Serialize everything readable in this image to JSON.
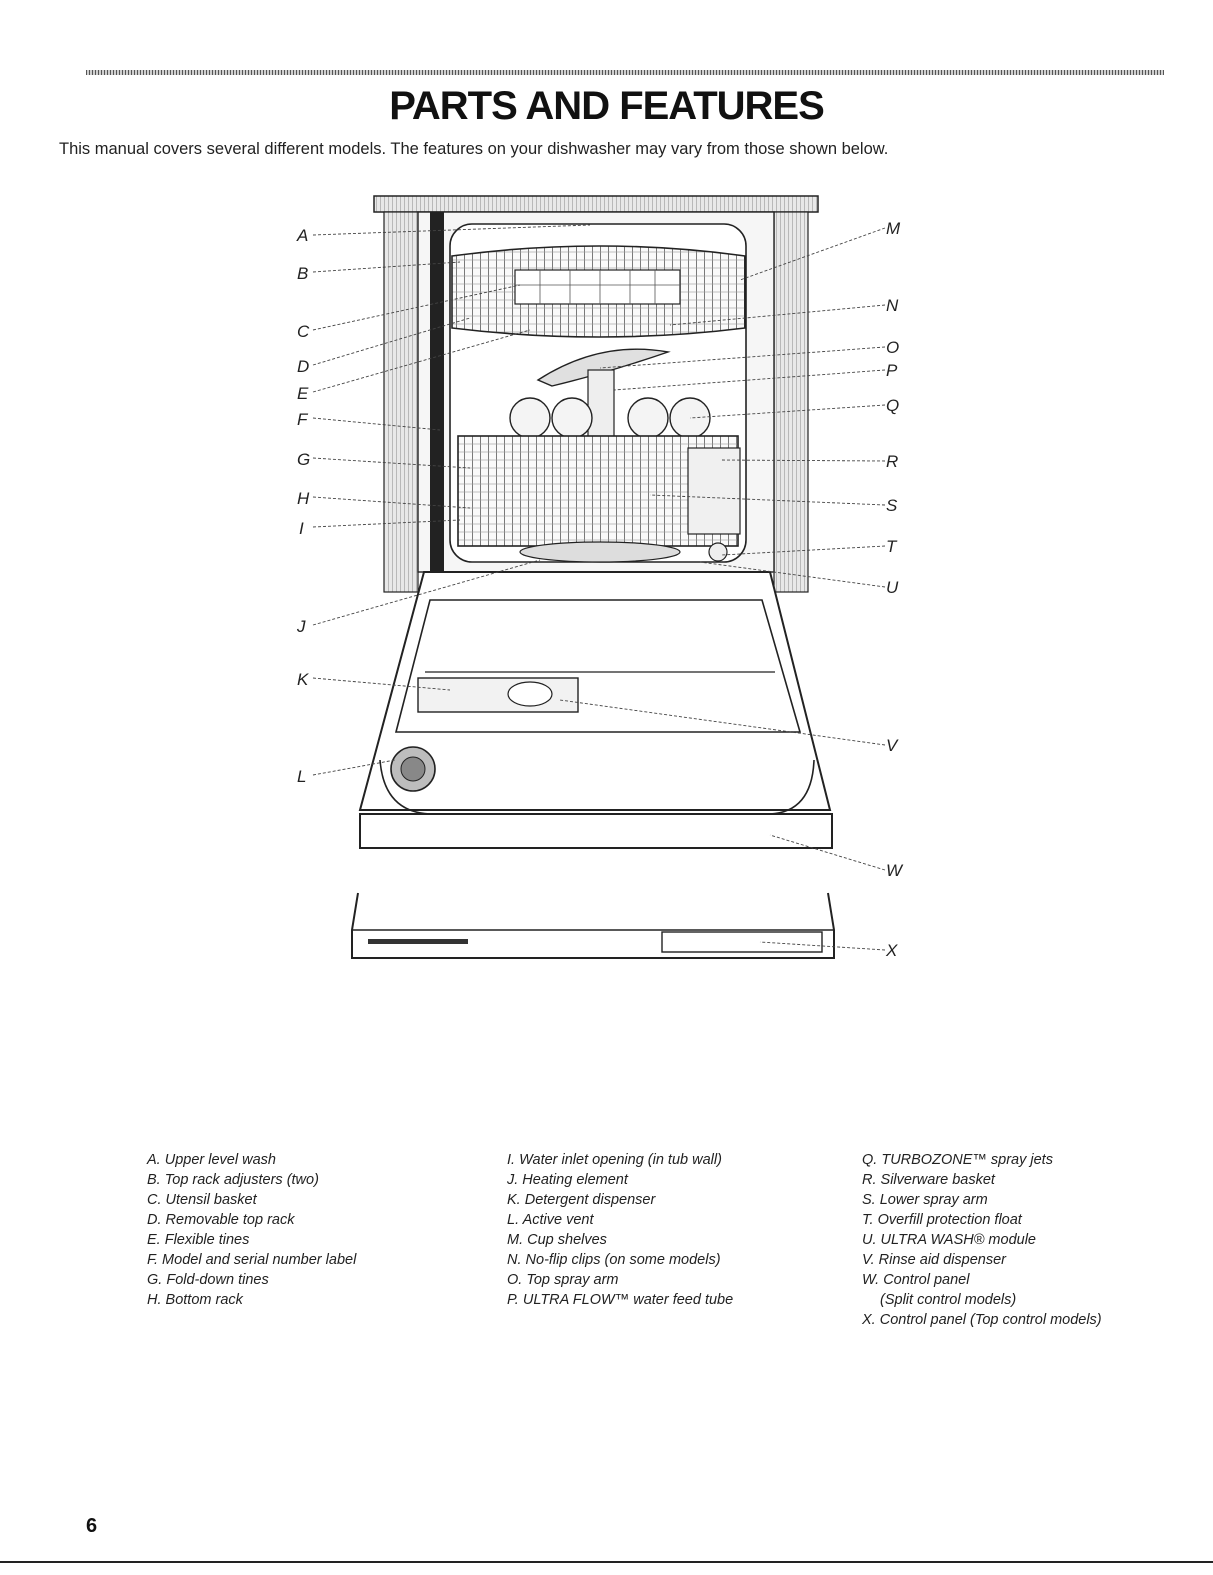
{
  "header": {
    "title": "PARTS AND FEATURES",
    "intro": "This manual covers several different models. The features on your dishwasher may vary from those shown below."
  },
  "callouts": [
    "A",
    "B",
    "C",
    "D",
    "E",
    "F",
    "G",
    "H",
    "I",
    "J",
    "K",
    "L",
    "M",
    "N",
    "O",
    "P",
    "Q",
    "R",
    "S",
    "T",
    "U",
    "V",
    "W",
    "X"
  ],
  "legend": {
    "column1": [
      "A. Upper level wash",
      "B. Top rack adjusters (two)",
      "C. Utensil basket",
      "D. Removable top rack",
      "E. Flexible tines",
      "F. Model and serial number label",
      "G. Fold-down tines",
      "H. Bottom rack"
    ],
    "column2": [
      "I. Water inlet opening (in tub wall)",
      "J. Heating element",
      "K. Detergent dispenser",
      "L. Active vent",
      "M. Cup shelves",
      "N. No-flip clips (on some models)",
      "O. Top spray arm",
      "P. ULTRA FLOW™ water feed tube"
    ],
    "column3": [
      "Q. TURBOZONE™ spray jets",
      "R. Silverware basket",
      "S. Lower spray arm",
      "T. Overfill protection float",
      "U. ULTRA WASH® module",
      "V. Rinse aid dispenser",
      "W. Control panel",
      "(Split control models)",
      "X. Control panel (Top control models)"
    ]
  },
  "page_number": "6"
}
